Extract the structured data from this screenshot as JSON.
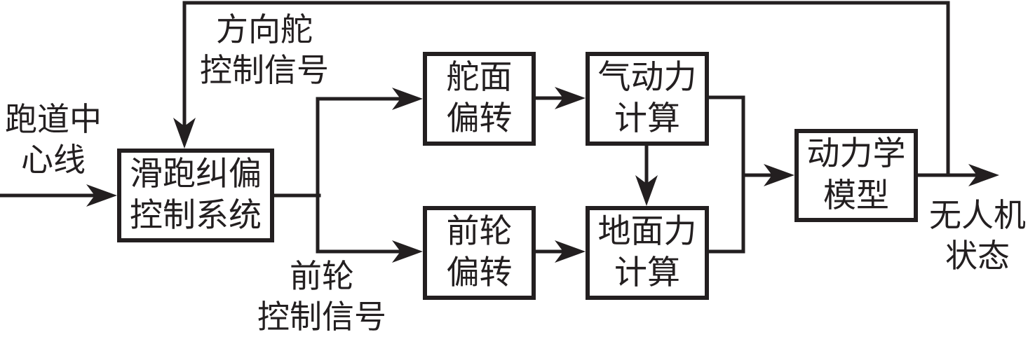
{
  "diagram": {
    "background_color": "#ffffff",
    "line_color": "#231f20",
    "boxes": [
      {
        "id": "taxi-deviation-correction-control-system",
        "label": "滑跑纠偏\n控制系统"
      },
      {
        "id": "rudder-surface-deflection",
        "label": "舵面\n偏转"
      },
      {
        "id": "aerodynamic-force-calculation",
        "label": "气动力\n计算"
      },
      {
        "id": "nose-wheel-deflection",
        "label": "前轮\n偏转"
      },
      {
        "id": "ground-force-calculation",
        "label": "地面力\n计算"
      },
      {
        "id": "dynamics-model",
        "label": "动力学\n模型"
      }
    ],
    "labels": {
      "runway_centerline": "跑道中\n心线",
      "rudder_control_signal": "方向舵\n控制信号",
      "nose_wheel_control_signal": "前轮\n控制信号",
      "uav_state": "无人机\n状态"
    }
  }
}
